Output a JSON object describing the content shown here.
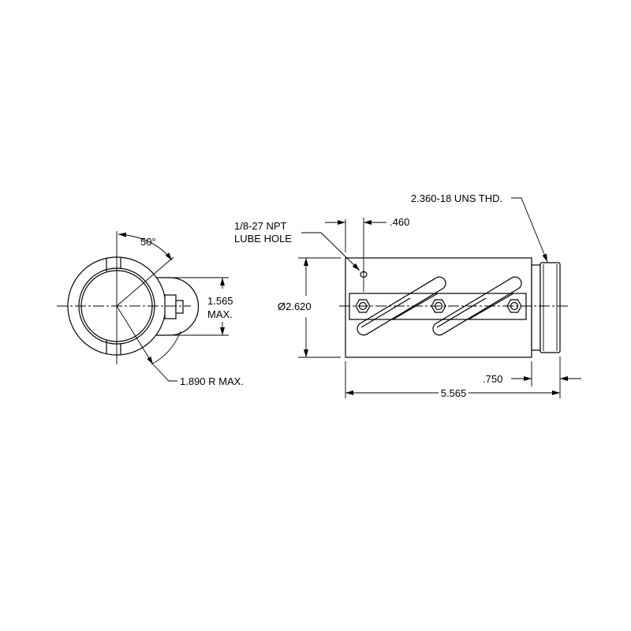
{
  "end_view": {
    "angle_label": "50°",
    "height_label_line1": "1.565",
    "height_label_line2": "MAX.",
    "radius_label": "1.890 R MAX."
  },
  "side_view": {
    "lube_label_line1": "1/8-27 NPT",
    "lube_label_line2": "LUBE HOLE",
    "lube_offset_label": ".460",
    "thread_label": "2.360-18 UNS THD.",
    "diameter_label": "Ø2.620",
    "thread_length_label": ".750",
    "overall_length_label": "5.565"
  }
}
